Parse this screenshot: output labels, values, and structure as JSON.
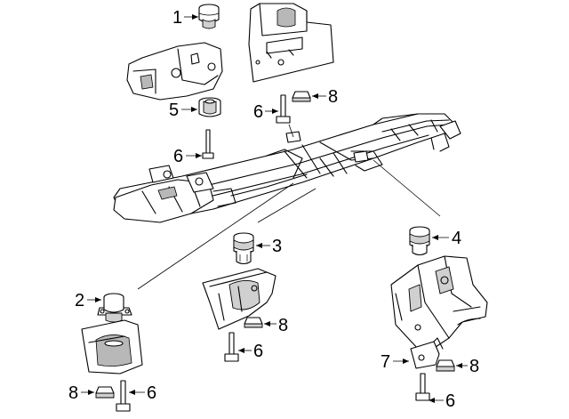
{
  "diagram": {
    "callouts": [
      {
        "id": "c1",
        "number": "1"
      },
      {
        "id": "c5",
        "number": "5"
      },
      {
        "id": "c6a",
        "number": "6"
      },
      {
        "id": "c6b",
        "number": "6"
      },
      {
        "id": "c8a",
        "number": "8"
      },
      {
        "id": "c3",
        "number": "3"
      },
      {
        "id": "c4",
        "number": "4"
      },
      {
        "id": "c2",
        "number": "2"
      },
      {
        "id": "c8b",
        "number": "8"
      },
      {
        "id": "c6c",
        "number": "6"
      },
      {
        "id": "c7",
        "number": "7"
      },
      {
        "id": "c8c",
        "number": "8"
      },
      {
        "id": "c8d",
        "number": "8"
      },
      {
        "id": "c6d",
        "number": "6"
      },
      {
        "id": "c6e",
        "number": "6"
      }
    ]
  }
}
